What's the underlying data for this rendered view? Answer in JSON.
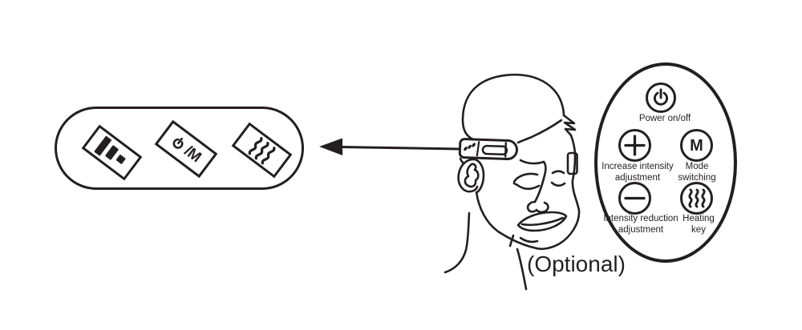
{
  "figure": {
    "caption_optional": "(Optional)"
  },
  "headband_panel": {
    "buttons": [
      {
        "id": "intensity-level",
        "icon": "intensity-bars-icon",
        "label": ""
      },
      {
        "id": "power-mode",
        "icon": "power-icon",
        "label": "/M"
      },
      {
        "id": "heating",
        "icon": "heat-waves-icon",
        "label": ""
      }
    ]
  },
  "remote": {
    "power": {
      "icon": "power-icon",
      "label": "Power on/off"
    },
    "increase": {
      "icon": "plus-icon",
      "label_line1": "Increase intensity",
      "label_line2": "adjustment"
    },
    "mode": {
      "letter": "M",
      "label_line1": "Mode",
      "label_line2": "switching"
    },
    "decrease": {
      "icon": "minus-icon",
      "label_line1": "Intensity reduction",
      "label_line2": "adjustment"
    },
    "heating": {
      "icon": "heat-waves-icon",
      "label_line1": "Heating",
      "label_line2": "key"
    }
  },
  "colors": {
    "ink": "#231f20",
    "background": "#ffffff"
  }
}
